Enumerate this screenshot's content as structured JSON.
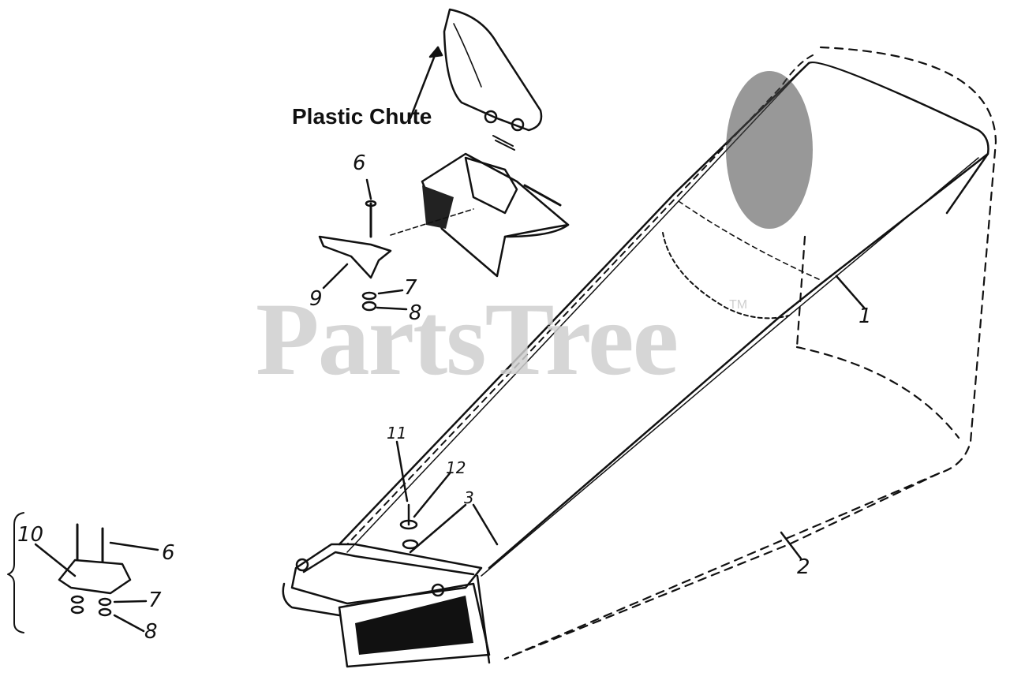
{
  "watermark": {
    "text": "PartsTree",
    "tm": "TM"
  },
  "callout": {
    "text": "Plastic Chute"
  },
  "labels": {
    "l1": "1",
    "l2": "2",
    "l3": "3",
    "l6a": "6",
    "l6b": "6",
    "l7a": "7",
    "l7b": "7",
    "l8a": "8",
    "l8b": "8",
    "l9": "9",
    "l10": "10",
    "l11": "11",
    "l12": "12"
  },
  "colors": {
    "ink": "#111111",
    "watermark": "#cfcfcf",
    "background": "#ffffff"
  }
}
